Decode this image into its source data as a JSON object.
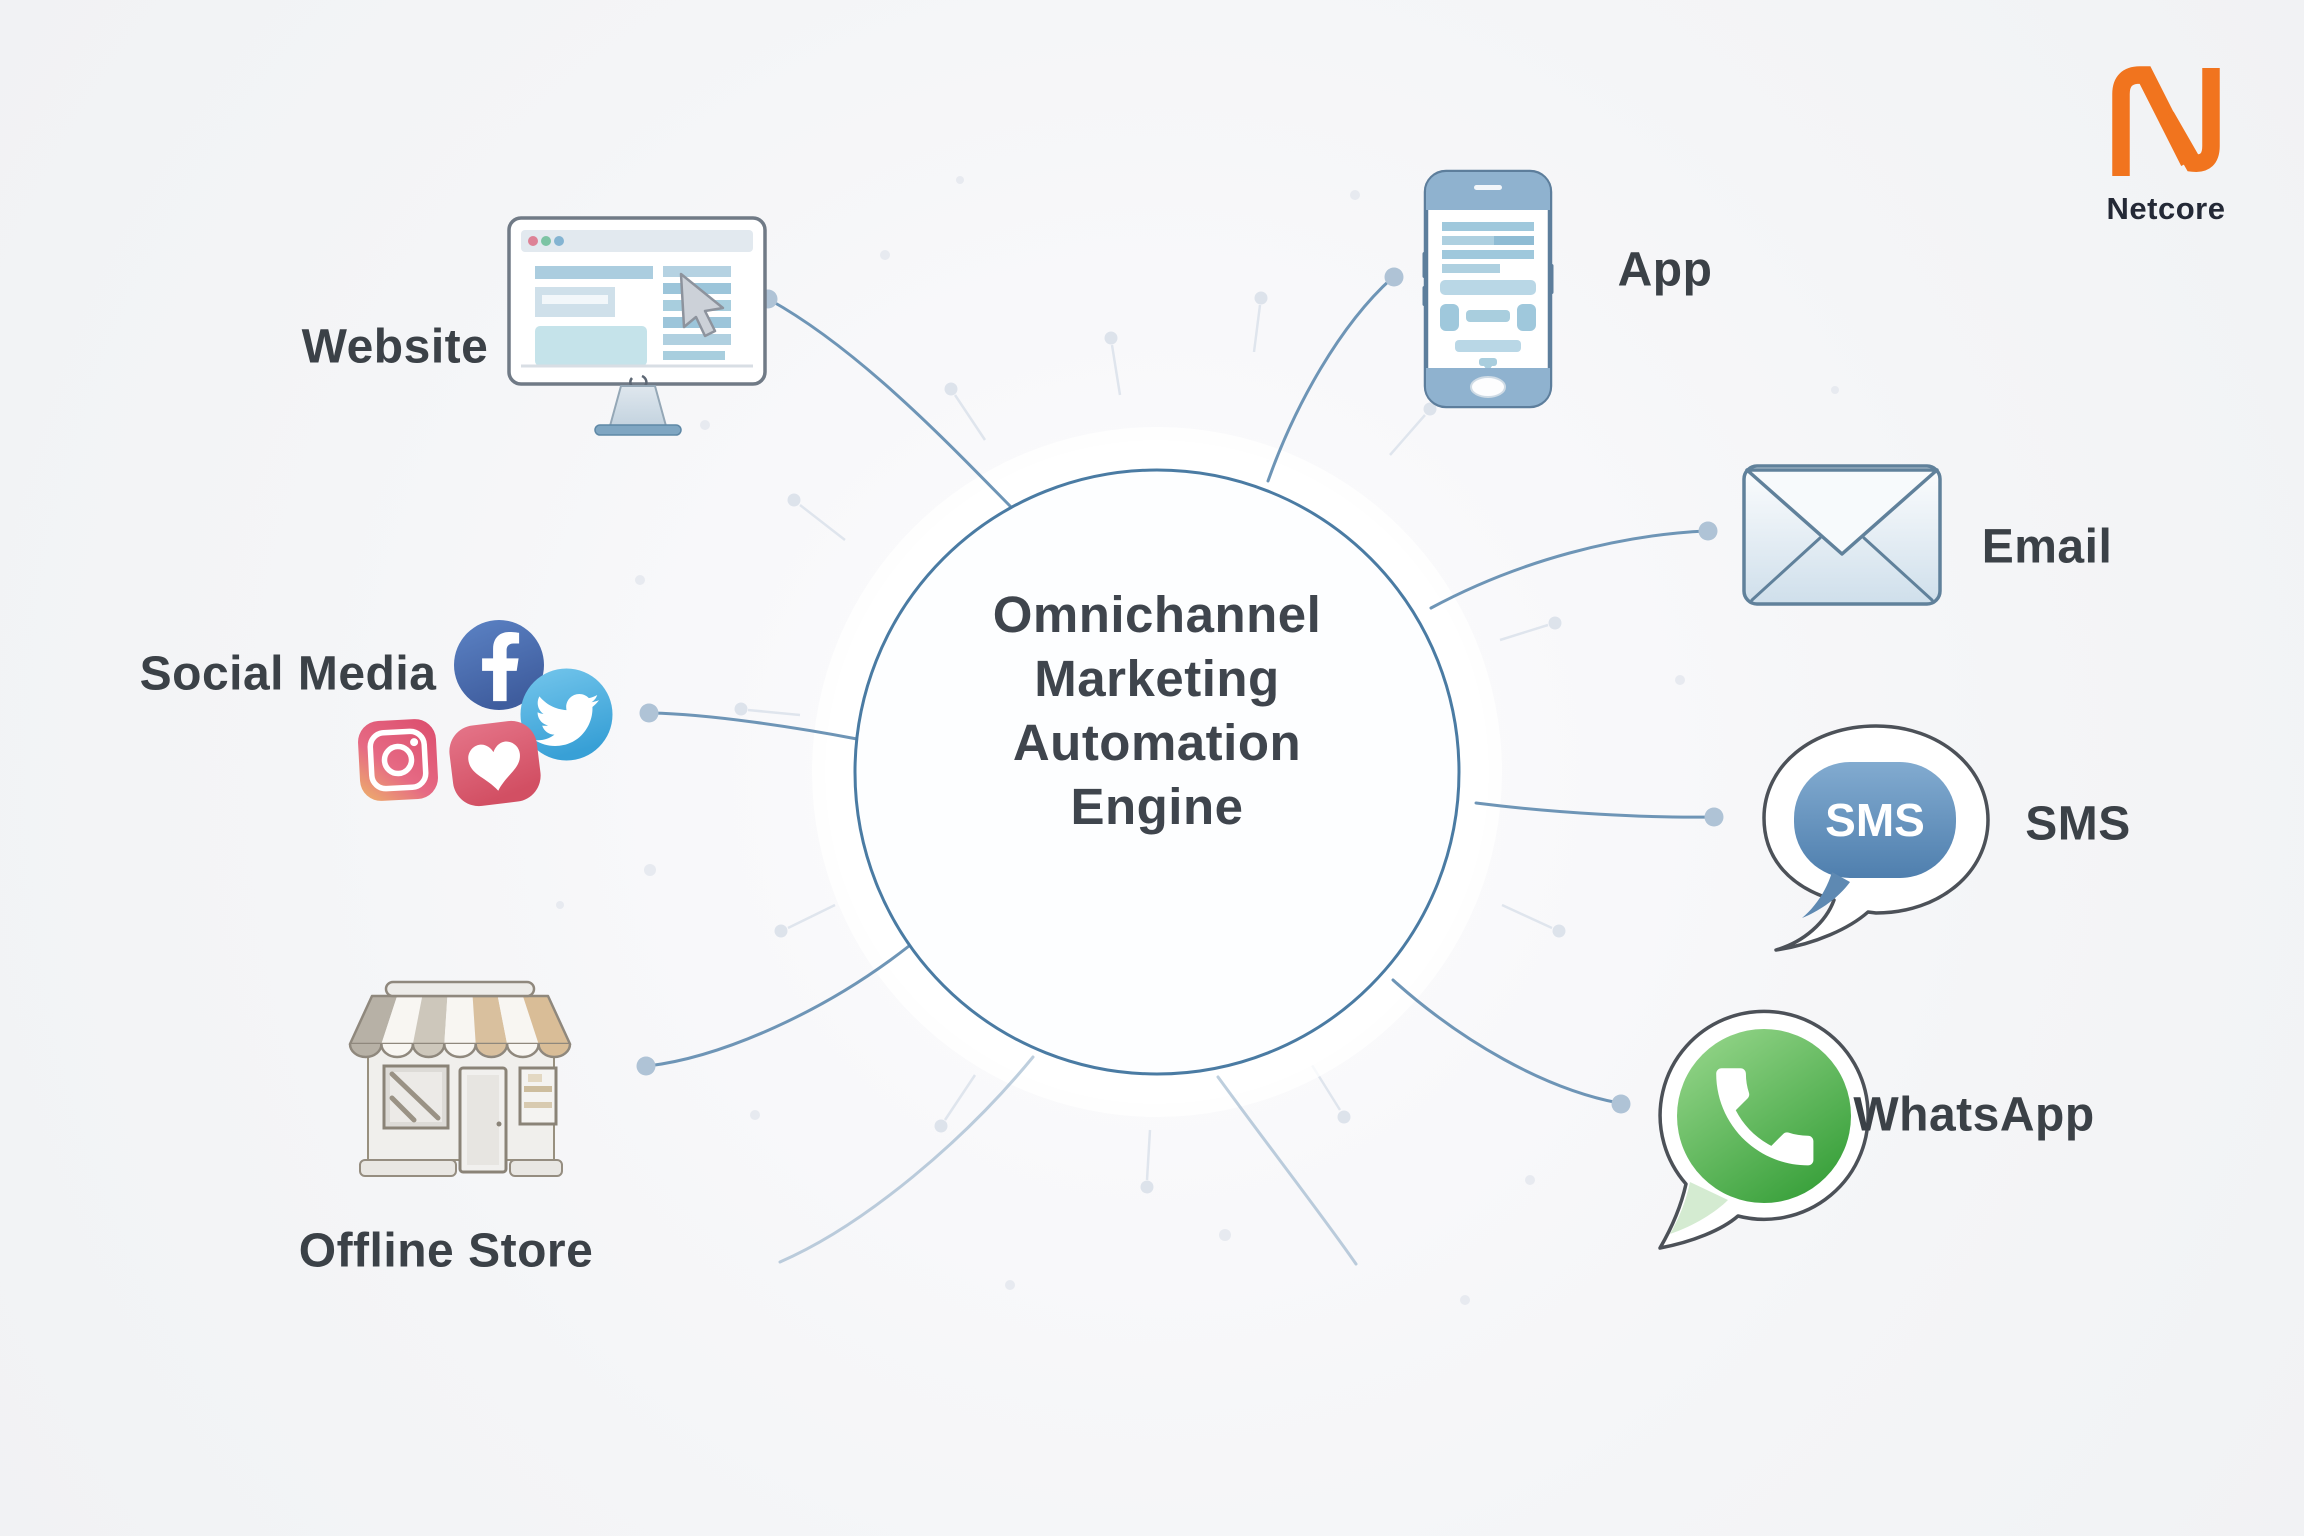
{
  "center": {
    "lines": [
      "Omnichannel",
      "Marketing",
      "Automation",
      "Engine"
    ]
  },
  "channels": {
    "website": {
      "label": "Website"
    },
    "social_media": {
      "label": "Social Media"
    },
    "offline_store": {
      "label": "Offline Store"
    },
    "app": {
      "label": "App"
    },
    "email": {
      "label": "Email"
    },
    "sms": {
      "label": "SMS",
      "bubble_text": "SMS"
    },
    "whatsapp": {
      "label": "WhatsApp"
    }
  },
  "brand": {
    "name": "Netcore"
  },
  "colors": {
    "netcore_orange": "#F1741E",
    "brand_text": "#242936",
    "hub_stroke": "#4A7BA3",
    "connector_line": "#6E95B6",
    "connector_dot": "#AFC3D6",
    "label_text": "#3B4147",
    "facebook_blue": "#4A6CB3",
    "twitter_blue": "#55B5E5",
    "instagram_pink": "#E4628B",
    "heart_red": "#DD5F75",
    "sms_bubble_blue": "#5E89B2",
    "whatsapp_green": "#4CAE4C",
    "email_envelope": "#CFDFEB"
  }
}
